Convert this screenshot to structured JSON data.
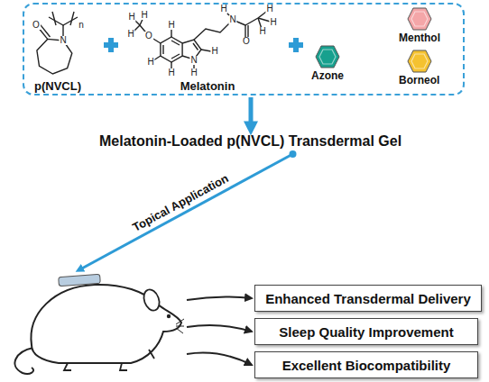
{
  "diagram": {
    "nodes": [
      {
        "text": [
          "p(NVCL)",
          "Melatonin"
        ]
      },
      {
        "text": [
          "Menthol"
        ],
        "in": 0
      },
      {
        "text": [
          "Azone"
        ],
        "in": 0
      },
      {
        "text": [
          "Borneol"
        ],
        "in": 0
      },
      {
        "text": [
          "Melatonin-Loaded p(NVCL) Transdermal Gel"
        ]
      },
      {
        "text": []
      },
      {
        "text": [
          "Enhanced Transdermal Delivery"
        ]
      },
      {
        "text": [
          "Sleep Quality Improvement"
        ]
      },
      {
        "text": [
          "Excellent Biocompatibility"
        ]
      }
    ],
    "edges": [
      {
        "from": 0,
        "to": 4,
        "arrow": "to"
      },
      {
        "from": 4,
        "to": 5,
        "label": "Topical Application",
        "arrow": "to"
      },
      {
        "from": 5,
        "to": 6,
        "arrow": "to"
      },
      {
        "from": 5,
        "to": 7,
        "arrow": "to"
      },
      {
        "from": 5,
        "to": 8,
        "arrow": "to"
      }
    ],
    "labels": [
      "O",
      "N",
      "n",
      "O",
      "H",
      "H",
      "H",
      "H",
      "H",
      "H",
      "N",
      "H",
      "H",
      "N",
      "H",
      "O",
      "H",
      "H",
      "H"
    ]
  }
}
